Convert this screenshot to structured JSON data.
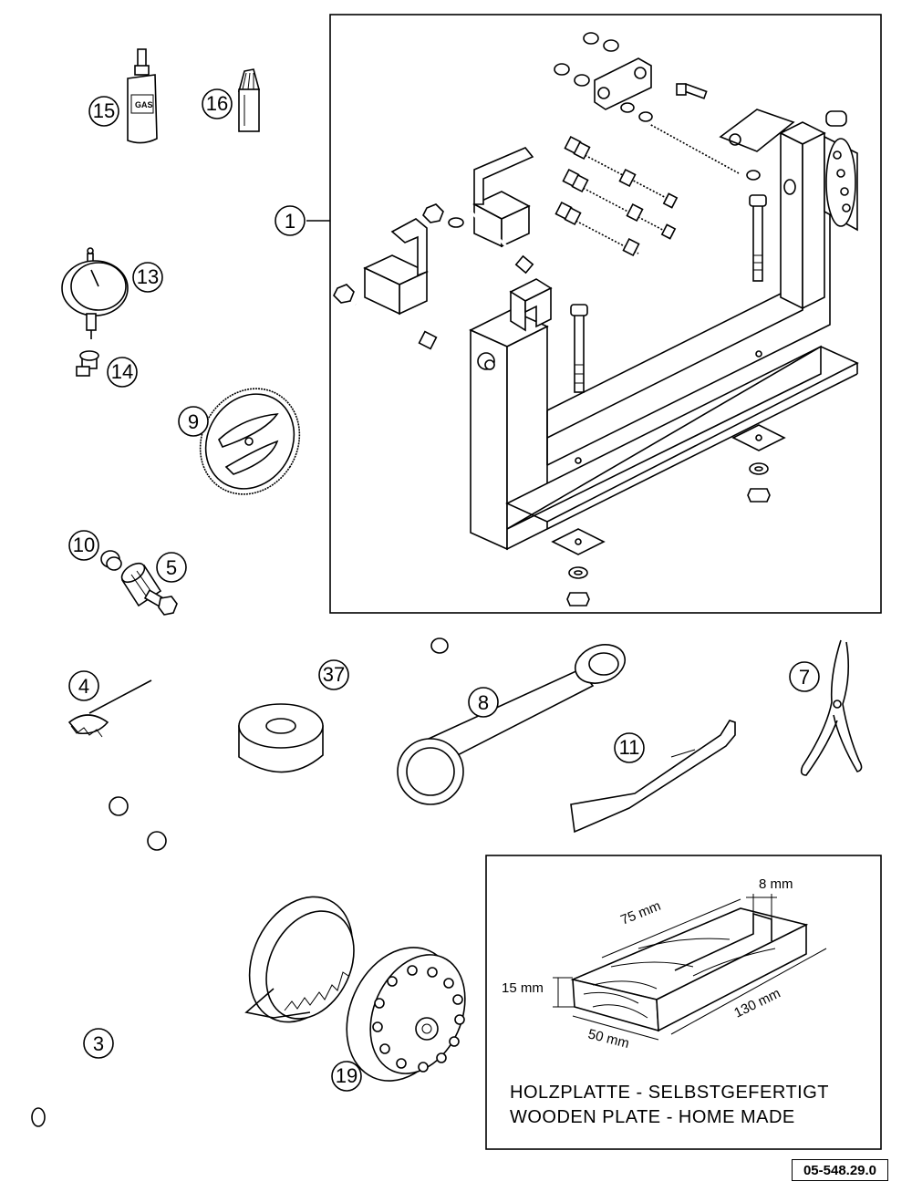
{
  "callouts": [
    {
      "label": "1"
    },
    {
      "label": "15"
    },
    {
      "label": "16"
    },
    {
      "label": "13"
    },
    {
      "label": "14"
    },
    {
      "label": "9"
    },
    {
      "label": "10"
    },
    {
      "label": "5"
    },
    {
      "label": "4"
    },
    {
      "label": "37"
    },
    {
      "label": "8"
    },
    {
      "label": "7"
    },
    {
      "label": "11"
    },
    {
      "label": "3"
    },
    {
      "label": "19"
    }
  ],
  "wooden_plate": {
    "dimensions": {
      "length": "75 mm",
      "slot": "8 mm",
      "height": "15 mm",
      "width": "50 mm",
      "depth": "130 mm"
    },
    "note_de": "HOLZPLATTE - SELBSTGEFERTIGT",
    "note_en": "WOODEN PLATE - HOME MADE"
  },
  "drawing_code": "05-548.29.0"
}
